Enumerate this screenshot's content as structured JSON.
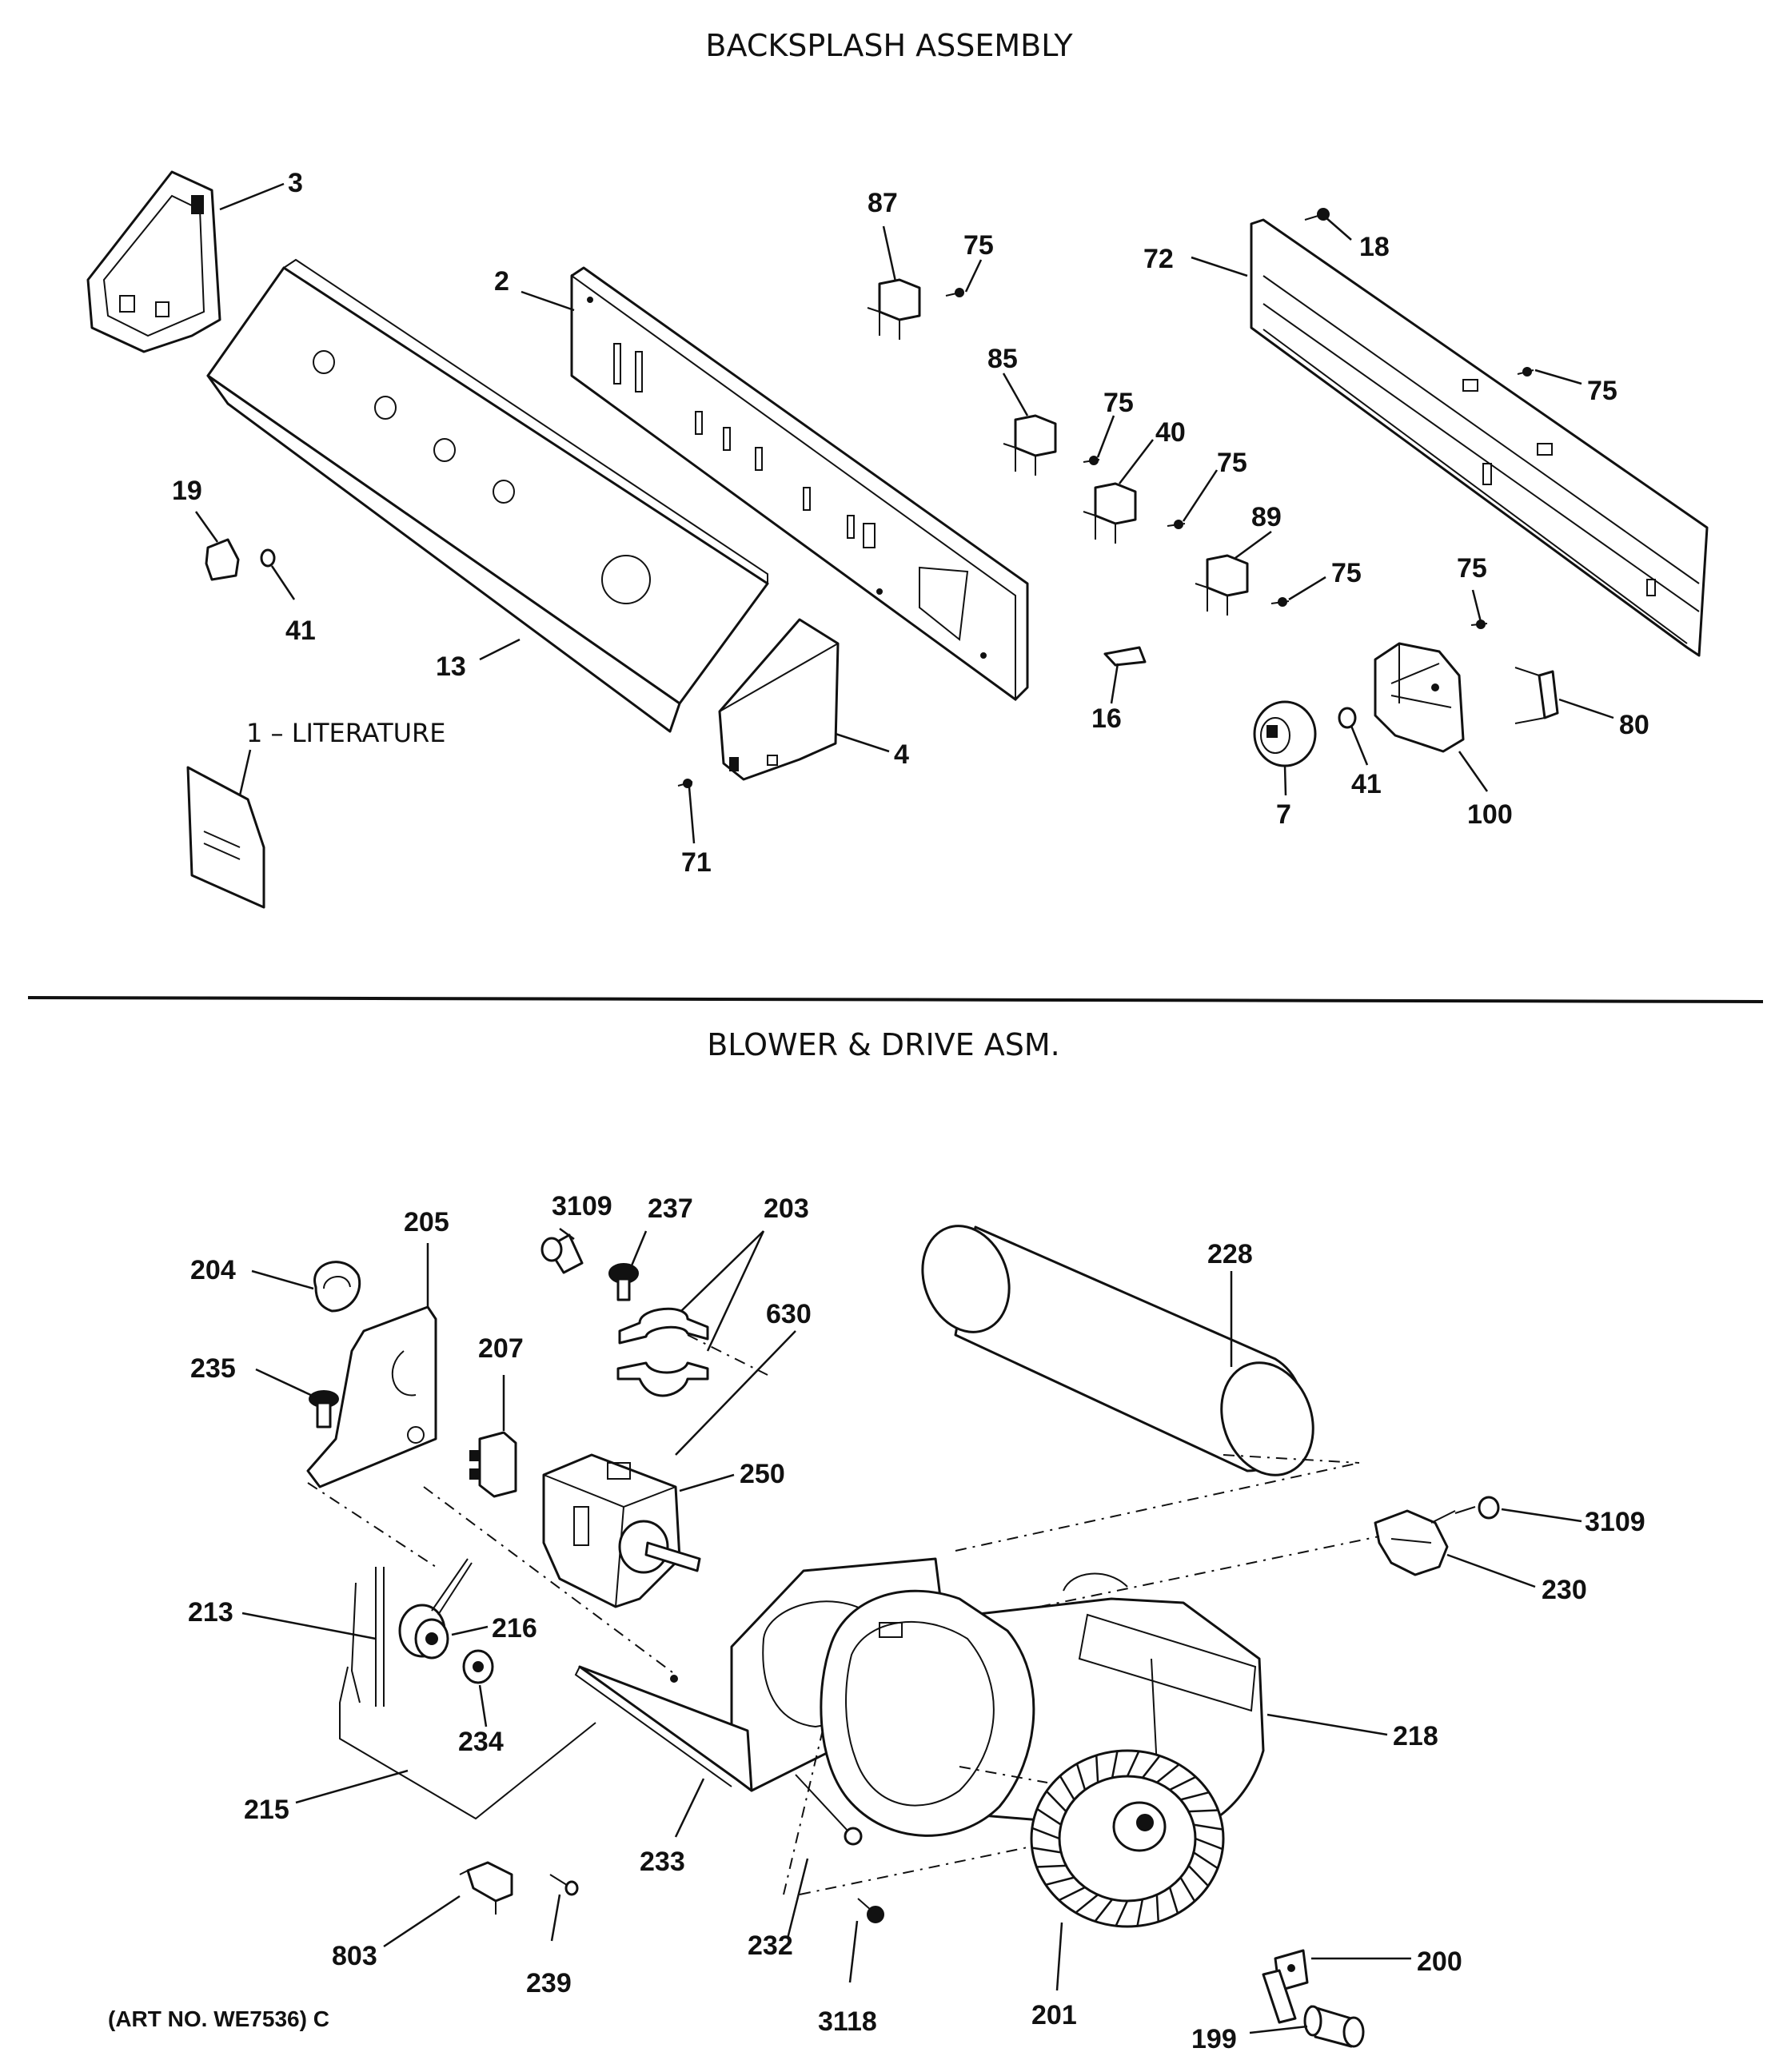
{
  "sections": {
    "backsplash_title": "BACKSPLASH ASSEMBLY",
    "blower_title": "BLOWER & DRIVE ASM."
  },
  "literature_label": "1 – LITERATURE",
  "art_number": "(ART NO. WE7536) C",
  "backsplash_callouts": {
    "c3": "3",
    "c87": "87",
    "c75a": "75",
    "c72": "72",
    "c18": "18",
    "c2": "2",
    "c85": "85",
    "c75b": "75",
    "c40": "40",
    "c75c": "75",
    "c75d": "75",
    "c19": "19",
    "c41a": "41",
    "c89": "89",
    "c75e": "75",
    "c75f": "75",
    "c13": "13",
    "c16": "16",
    "c80": "80",
    "c4": "4",
    "c41b": "41",
    "c7": "7",
    "c100": "100",
    "c71": "71"
  },
  "blower_callouts": {
    "c3109a": "3109",
    "c237": "237",
    "c203": "203",
    "c205": "205",
    "c228": "228",
    "c204": "204",
    "c630": "630",
    "c235": "235",
    "c207": "207",
    "c250": "250",
    "c3109b": "3109",
    "c230": "230",
    "c213": "213",
    "c216": "216",
    "c218": "218",
    "c234": "234",
    "c215": "215",
    "c233": "233",
    "c803": "803",
    "c239": "239",
    "c232": "232",
    "c200": "200",
    "c3118": "3118",
    "c201": "201",
    "c199": "199"
  }
}
